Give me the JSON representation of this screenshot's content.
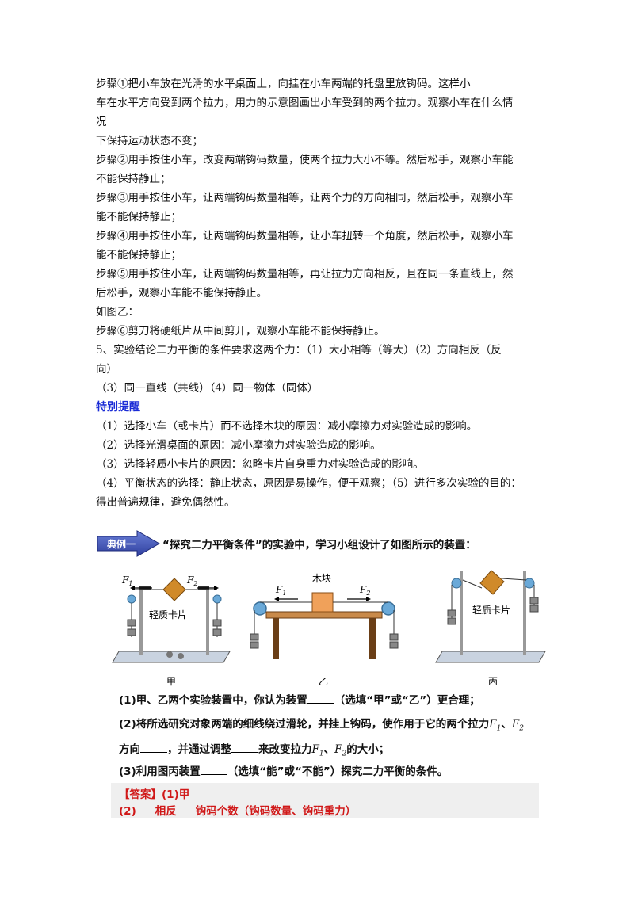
{
  "body_lines": [
    "步骤①把小车放在光滑的水平桌面上，向挂在小车两端的托盘里放钩码。这样小",
    "车在水平方向受到两个拉力，用力的示意图画出小车受到的两个拉力。观察小车在什么情",
    "况",
    "下保持运动状态不变；",
    "步骤②用手按住小车，改变两端钩码数量，使两个拉力大小不等。然后松手，观察小车能",
    "不能保持静止；",
    "步骤③用手按住小车，让两端钩码数量相等，让两个力的方向相同，然后松手，观察小车",
    "能不能保持静止；",
    "步骤④用手按住小车，让两端钩码数量相等，让小车扭转一个角度，然后松手，观察小车",
    "能不能保持静止；",
    "步骤⑤用手按住小车，让两端钩码数量相等，再让拉力方向相反，且在同一条直线上，然",
    "后松手，观察小车能不能保持静止。",
    "如图乙：",
    "步骤⑥剪刀将硬纸片从中间剪开，观察小车能不能保持静止。",
    "5、实验结论二力平衡的条件要求这两个力：（1）大小相等（等大）（2）方向相反（反",
    "向）",
    "（3）同一直线（共线）（4）同一物体（同体）"
  ],
  "tips_title": "特别提醒",
  "tips_lines": [
    "（1）选择小车（或卡片）而不选择木块的原因：减小摩擦力对实验造成的影响。",
    "（2）选择光滑桌面的原因：减小摩擦力对实验造成的影响。",
    "（3）选择轻质小卡片的原因：忽略卡片自身重力对实验造成的影响。",
    "（4）平衡状态的选择：静止状态，原因是易操作，便于观察；（5）进行多次实验的目的：",
    "得出普遍规律，避免偶然性。"
  ],
  "example": {
    "badge": "典例一",
    "text": "“探究二力平衡条件”的实验中，学习小组设计了如图所示的装置："
  },
  "figure": {
    "labels": {
      "jia": "甲",
      "yi": "乙",
      "bing": "丙"
    },
    "card_label": "轻质卡片",
    "block_label": "木块",
    "f1": "F",
    "f1_sub": "1",
    "f2": "F",
    "f2_sub": "2"
  },
  "questions": {
    "q1_a": "(1)甲、乙两个实验装置中，你认为装置",
    "q1_b": "（选填“甲”或“乙”）更合理；",
    "q2_a": "(2)将所选研究对象两端的细线绕过滑轮，并挂上钩码，使作用于它的两个拉力",
    "q2_f1": "F",
    "q2_f1_sub": "1",
    "q2_sep": "、",
    "q2_f2": "F",
    "q2_f2_sub": "2",
    "q2_c": "方向",
    "q2_d": "，并通过调整",
    "q2_e": "来改变拉力",
    "q2_f": "的大小；",
    "q3_a": "(3)利用图丙装置",
    "q3_b": "（选填“能”或“不能”）探究二力平衡的条件。"
  },
  "answer": {
    "line1": "【答案】(1)甲",
    "line2_num": "(2)",
    "line2_a": "相反",
    "line2_b": "钩码个数（钩码数量、钩码重力）"
  }
}
